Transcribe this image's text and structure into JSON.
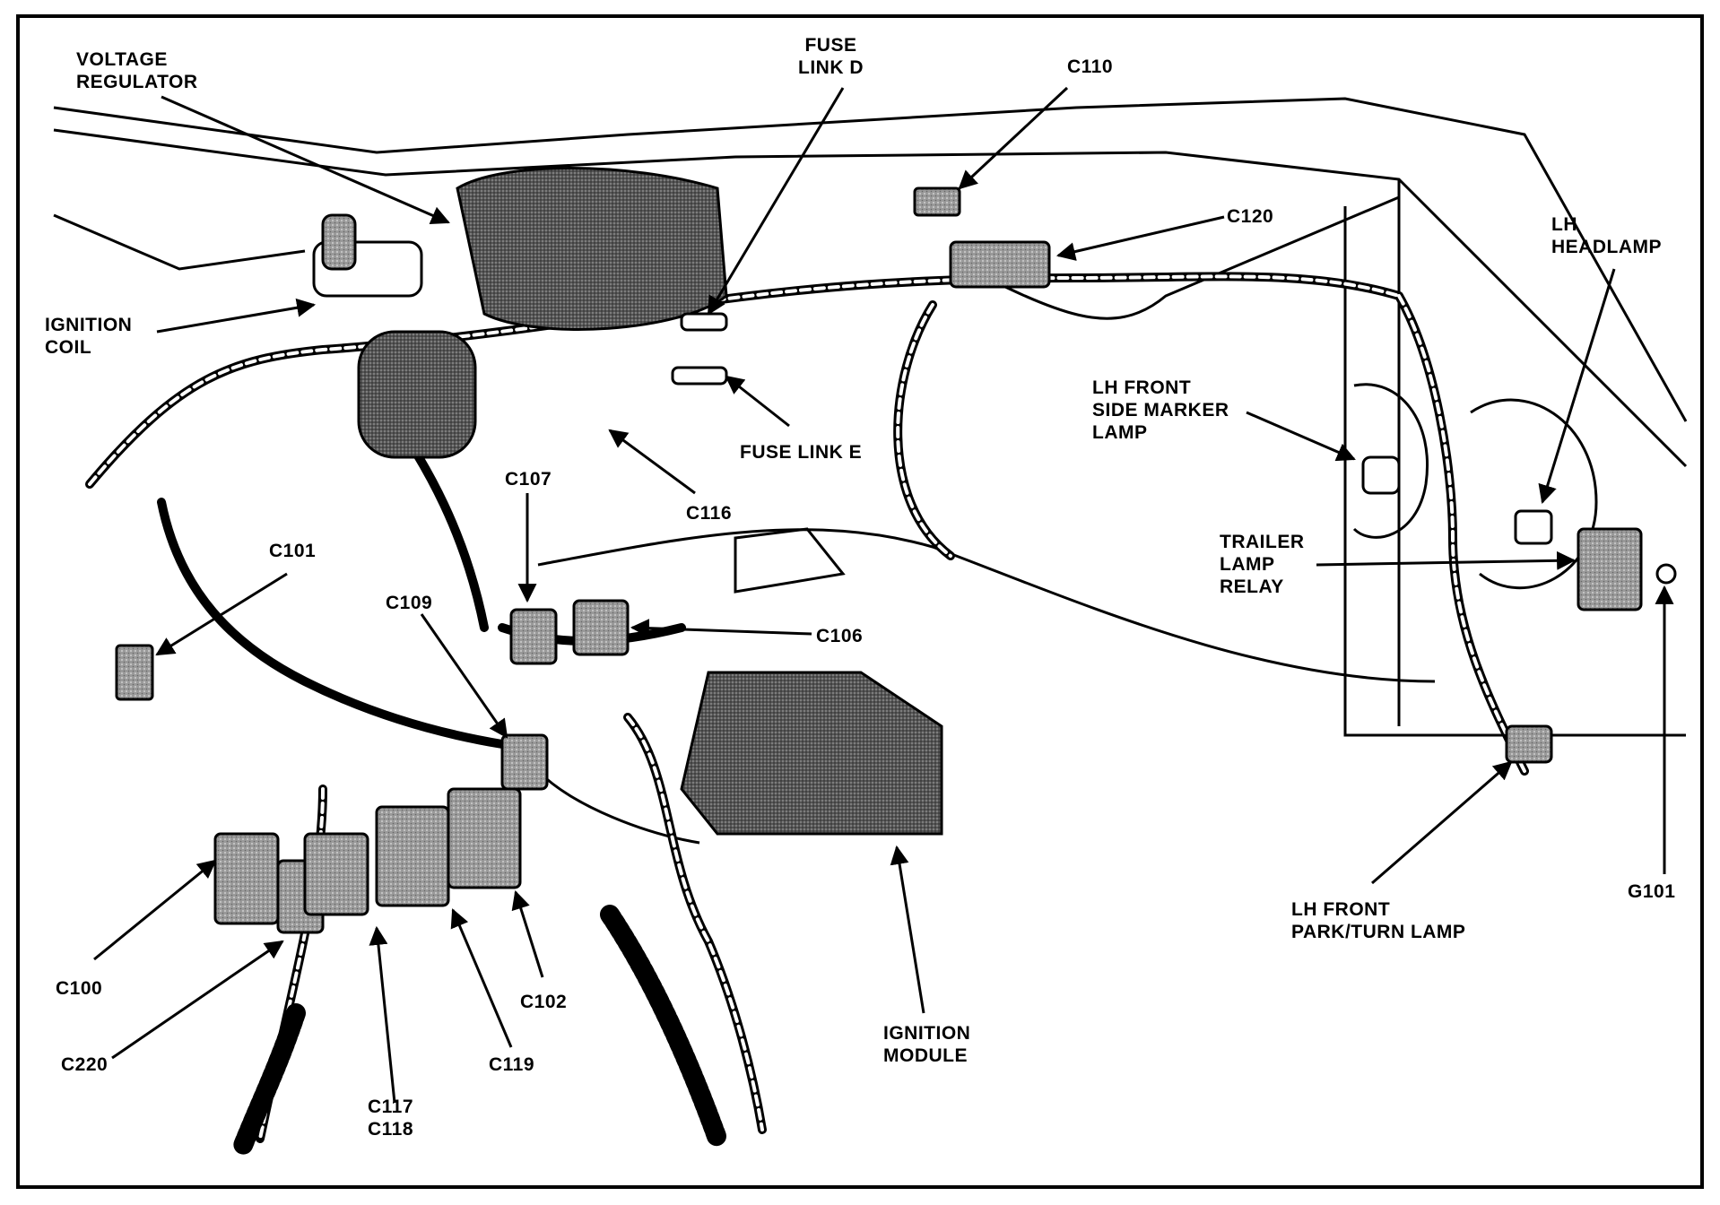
{
  "labels": {
    "voltage_regulator": "VOLTAGE\nREGULATOR",
    "fuse_link_d": "FUSE\nLINK D",
    "c110": "C110",
    "c120": "C120",
    "lh_headlamp": "LH\nHEADLAMP",
    "ignition_coil": "IGNITION\nCOIL",
    "lh_front_side_marker_lamp": "LH FRONT\nSIDE MARKER\nLAMP",
    "fuse_link_e": "FUSE LINK E",
    "c116": "C116",
    "c107": "C107",
    "c101": "C101",
    "c109": "C109",
    "c106": "C106",
    "trailer_lamp_relay": "TRAILER\nLAMP\nRELAY",
    "g101": "G101",
    "lh_front_park_turn_lamp": "LH FRONT\nPARK/TURN LAMP",
    "c100": "C100",
    "c220": "C220",
    "c117_c118": "C117\nC118",
    "c119": "C119",
    "c102": "C102",
    "ignition_module": "IGNITION\nMODULE"
  },
  "colors": {
    "line": "#000000",
    "component_fill": "#3a3a3a",
    "background": "#ffffff"
  }
}
